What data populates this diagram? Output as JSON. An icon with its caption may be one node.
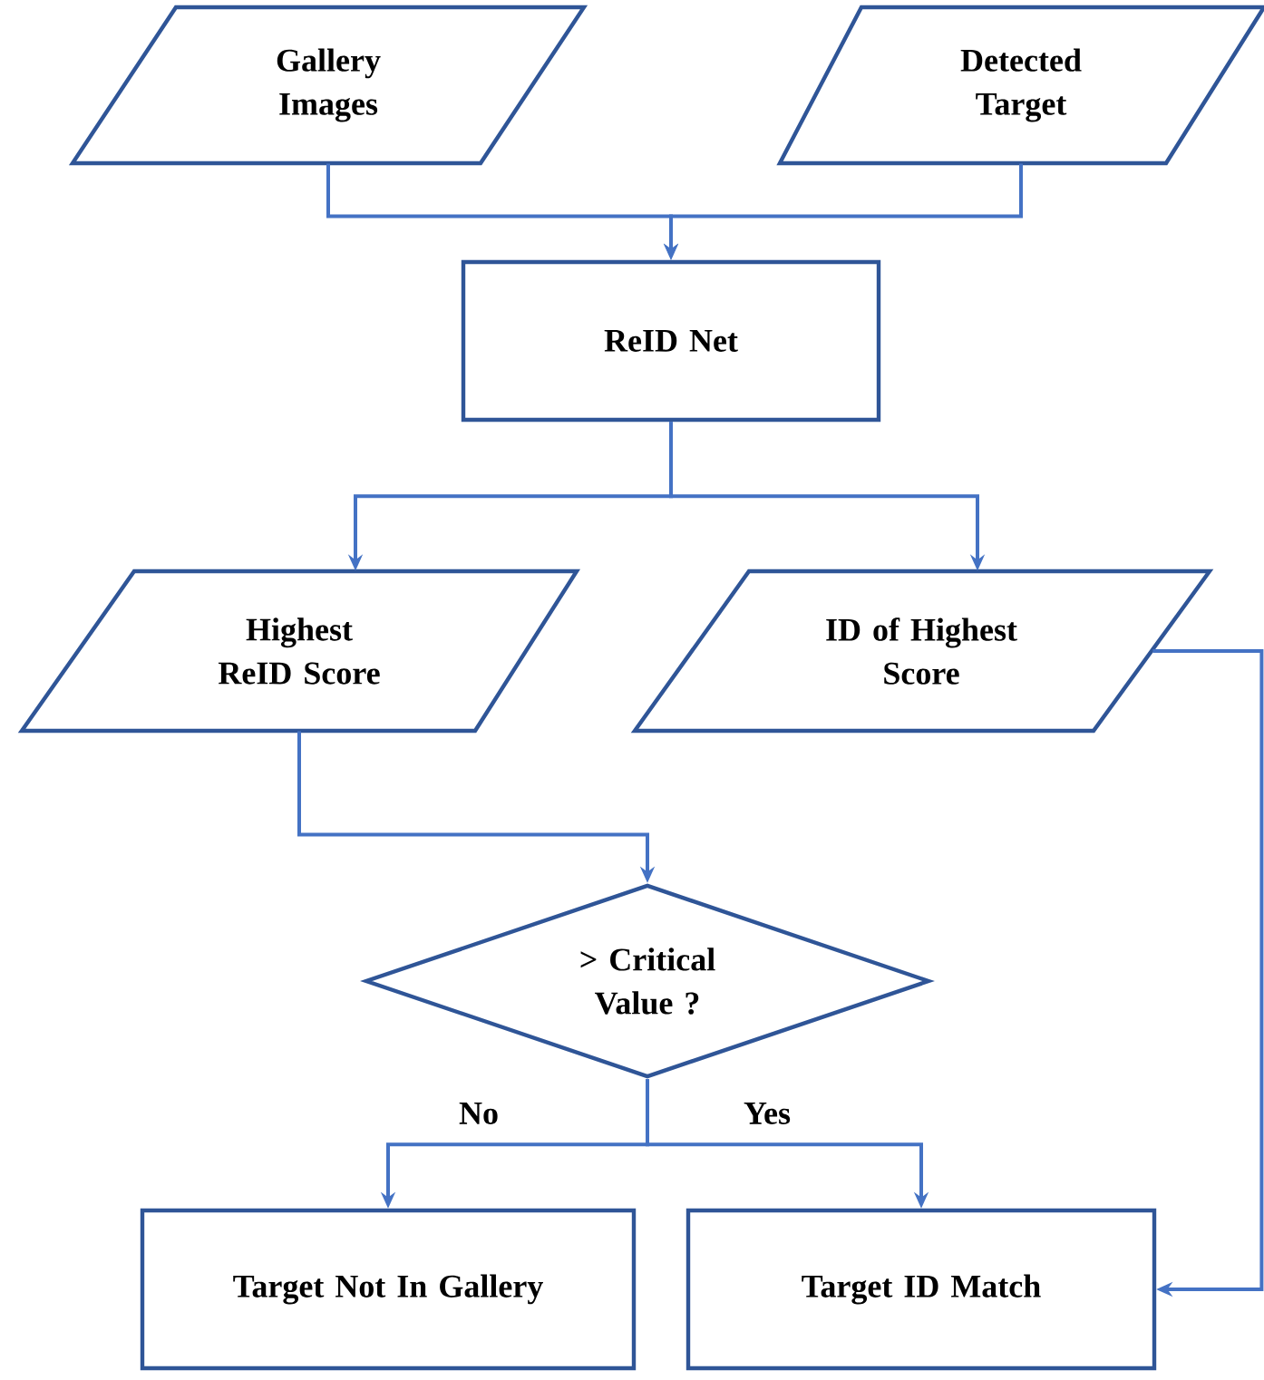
{
  "diagram": {
    "nodes": [
      {
        "text": [
          "Gallery Images"
        ]
      },
      {
        "text": [
          "Detected Target"
        ]
      },
      {
        "text": [
          "ReID Net"
        ]
      },
      {
        "text": [
          "Highest ReID Score"
        ]
      },
      {
        "text": [
          "ID of Highest Score"
        ]
      },
      {
        "text": [
          "> Critical Value ?"
        ]
      },
      {
        "text": [
          "Target Not In Gallery"
        ]
      },
      {
        "text": [
          "Target ID Match"
        ]
      }
    ],
    "edges": [
      {
        "from": 0,
        "to": 2,
        "arrow": "to"
      },
      {
        "from": 1,
        "to": 2,
        "arrow": "to"
      },
      {
        "from": 2,
        "to": 3,
        "arrow": "to"
      },
      {
        "from": 2,
        "to": 4,
        "arrow": "to"
      },
      {
        "from": 3,
        "to": 5,
        "arrow": "to"
      },
      {
        "from": 5,
        "to": 6,
        "arrow": "to",
        "label": "No"
      },
      {
        "from": 5,
        "to": 7,
        "arrow": "to",
        "label": "Yes"
      },
      {
        "from": 4,
        "to": 7,
        "arrow": "to"
      }
    ]
  }
}
